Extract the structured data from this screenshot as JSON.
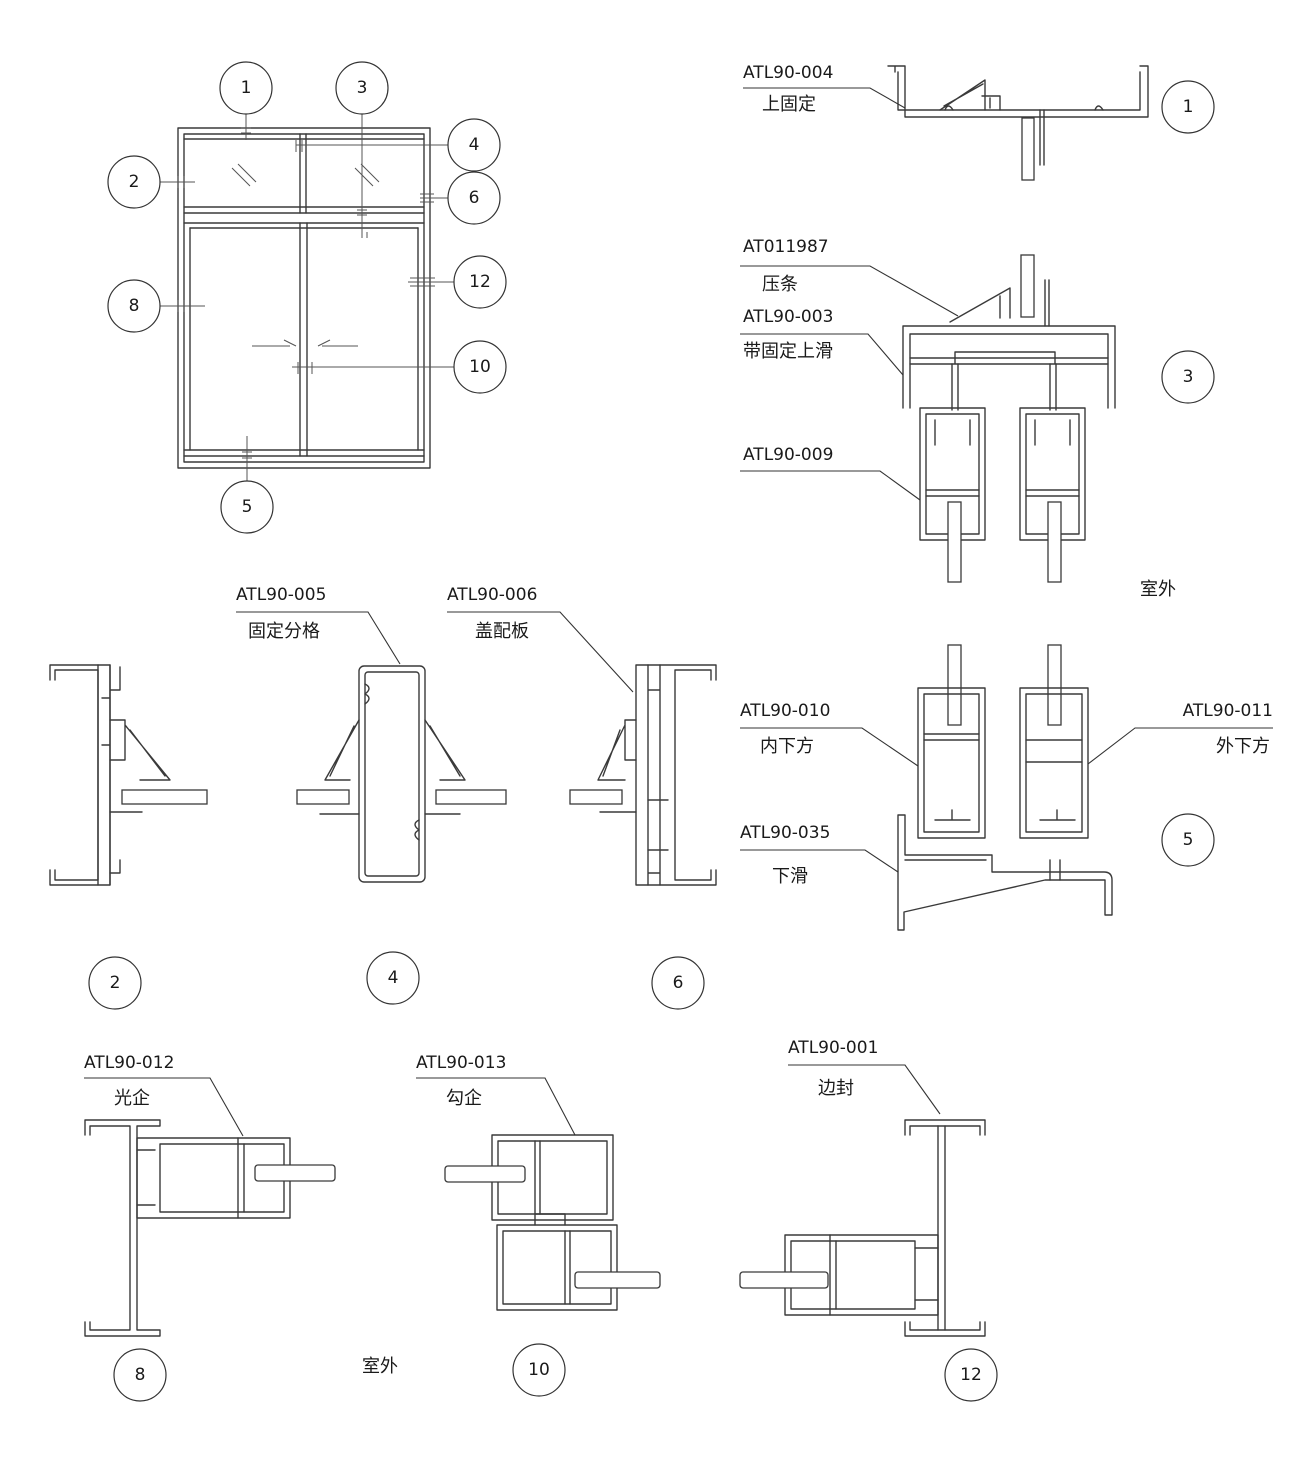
{
  "elevation": {
    "markers": [
      "1",
      "3",
      "4",
      "2",
      "6",
      "12",
      "8",
      "10",
      "5"
    ]
  },
  "sections": {
    "s1": {
      "code": "ATL90-004",
      "name": "上固定",
      "marker": "1"
    },
    "s3": {
      "bead_code": "AT011987",
      "bead_name": "压条",
      "code": "ATL90-003",
      "name": "带固定上滑",
      "sash_code": "ATL90-009",
      "marker": "3",
      "outside": "室外"
    },
    "s5": {
      "in_code": "ATL90-010",
      "in_name": "内下方",
      "out_code": "ATL90-011",
      "out_name": "外下方",
      "sill_code": "ATL90-035",
      "sill_name": "下滑",
      "marker": "5"
    },
    "s2": {
      "marker": "2"
    },
    "s4": {
      "code": "ATL90-005",
      "name": "固定分格",
      "marker": "4"
    },
    "s6": {
      "code": "ATL90-006",
      "name": "盖配板",
      "marker": "6"
    },
    "s8": {
      "code": "ATL90-012",
      "name": "光企",
      "marker": "8"
    },
    "s10": {
      "code": "ATL90-013",
      "name": "勾企",
      "marker": "10",
      "outside": "室外"
    },
    "s12": {
      "code": "ATL90-001",
      "name": "边封",
      "marker": "12"
    }
  }
}
